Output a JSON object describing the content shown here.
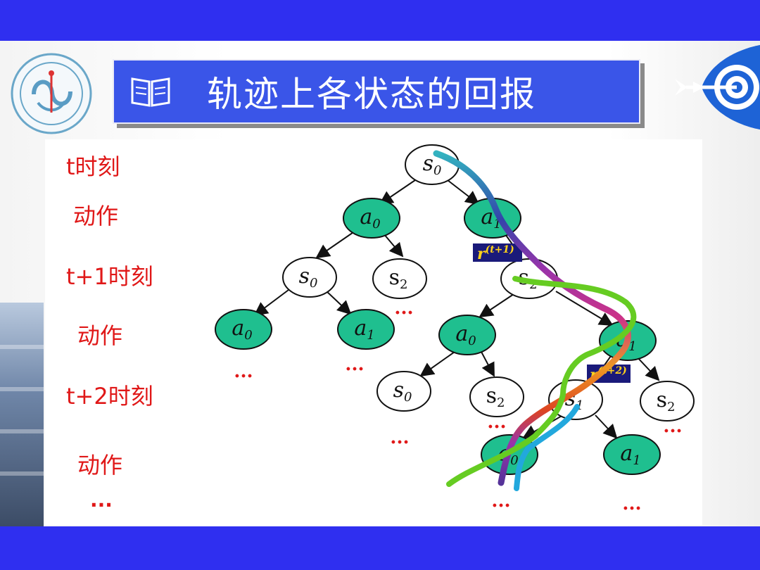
{
  "header": {
    "title": "轨迹上各状态的回报"
  },
  "row_labels": [
    "t时刻",
    "动作",
    "t+1时刻",
    "动作",
    "t+2时刻",
    "动作",
    "..."
  ],
  "reward_labels": {
    "r1_base": "r",
    "r1_sup": "(t+1)",
    "r2_base": "r",
    "r2_sup": "(t+2)"
  },
  "tree": {
    "root": {
      "base": "s",
      "sub": "0"
    },
    "level1": [
      {
        "base": "a",
        "sub": "0"
      },
      {
        "base": "a",
        "sub": "1"
      }
    ],
    "level2": [
      {
        "base": "s",
        "sub": "0"
      },
      {
        "base": "s",
        "sub": "2"
      },
      {
        "base": "s",
        "sub": "2"
      }
    ],
    "level3": [
      {
        "base": "a",
        "sub": "0"
      },
      {
        "base": "a",
        "sub": "1"
      },
      {
        "base": "a",
        "sub": "0"
      },
      {
        "base": "a",
        "sub": "1"
      }
    ],
    "level4": [
      {
        "base": "s",
        "sub": "0"
      },
      {
        "base": "s",
        "sub": "2"
      },
      {
        "base": "s",
        "sub": "1"
      },
      {
        "base": "s",
        "sub": "2"
      }
    ],
    "level5": [
      {
        "base": "a",
        "sub": "0"
      },
      {
        "base": "a",
        "sub": "1"
      }
    ],
    "ellipsis": "..."
  },
  "colors": {
    "action_fill": "#1fbf8f",
    "band": "#2f2ff0",
    "title_box": "#3a55e8",
    "label_red": "#e01818",
    "reward_box": "#1a1a7a",
    "reward_text": "#ffd21a",
    "green_curve": "#66cc22",
    "blue_curve": "#22a8dd"
  },
  "icons": [
    "school-logo-icon",
    "book-icon",
    "target-arrow-icon"
  ]
}
